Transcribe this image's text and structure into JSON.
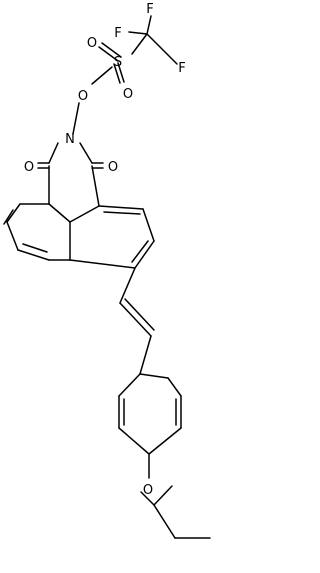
{
  "molecule": {
    "atoms": {
      "F": "F",
      "S": "S",
      "O": "O",
      "N": "N"
    },
    "colors": {
      "bond": "#000000",
      "label": "#000000",
      "background": "#ffffff"
    }
  }
}
